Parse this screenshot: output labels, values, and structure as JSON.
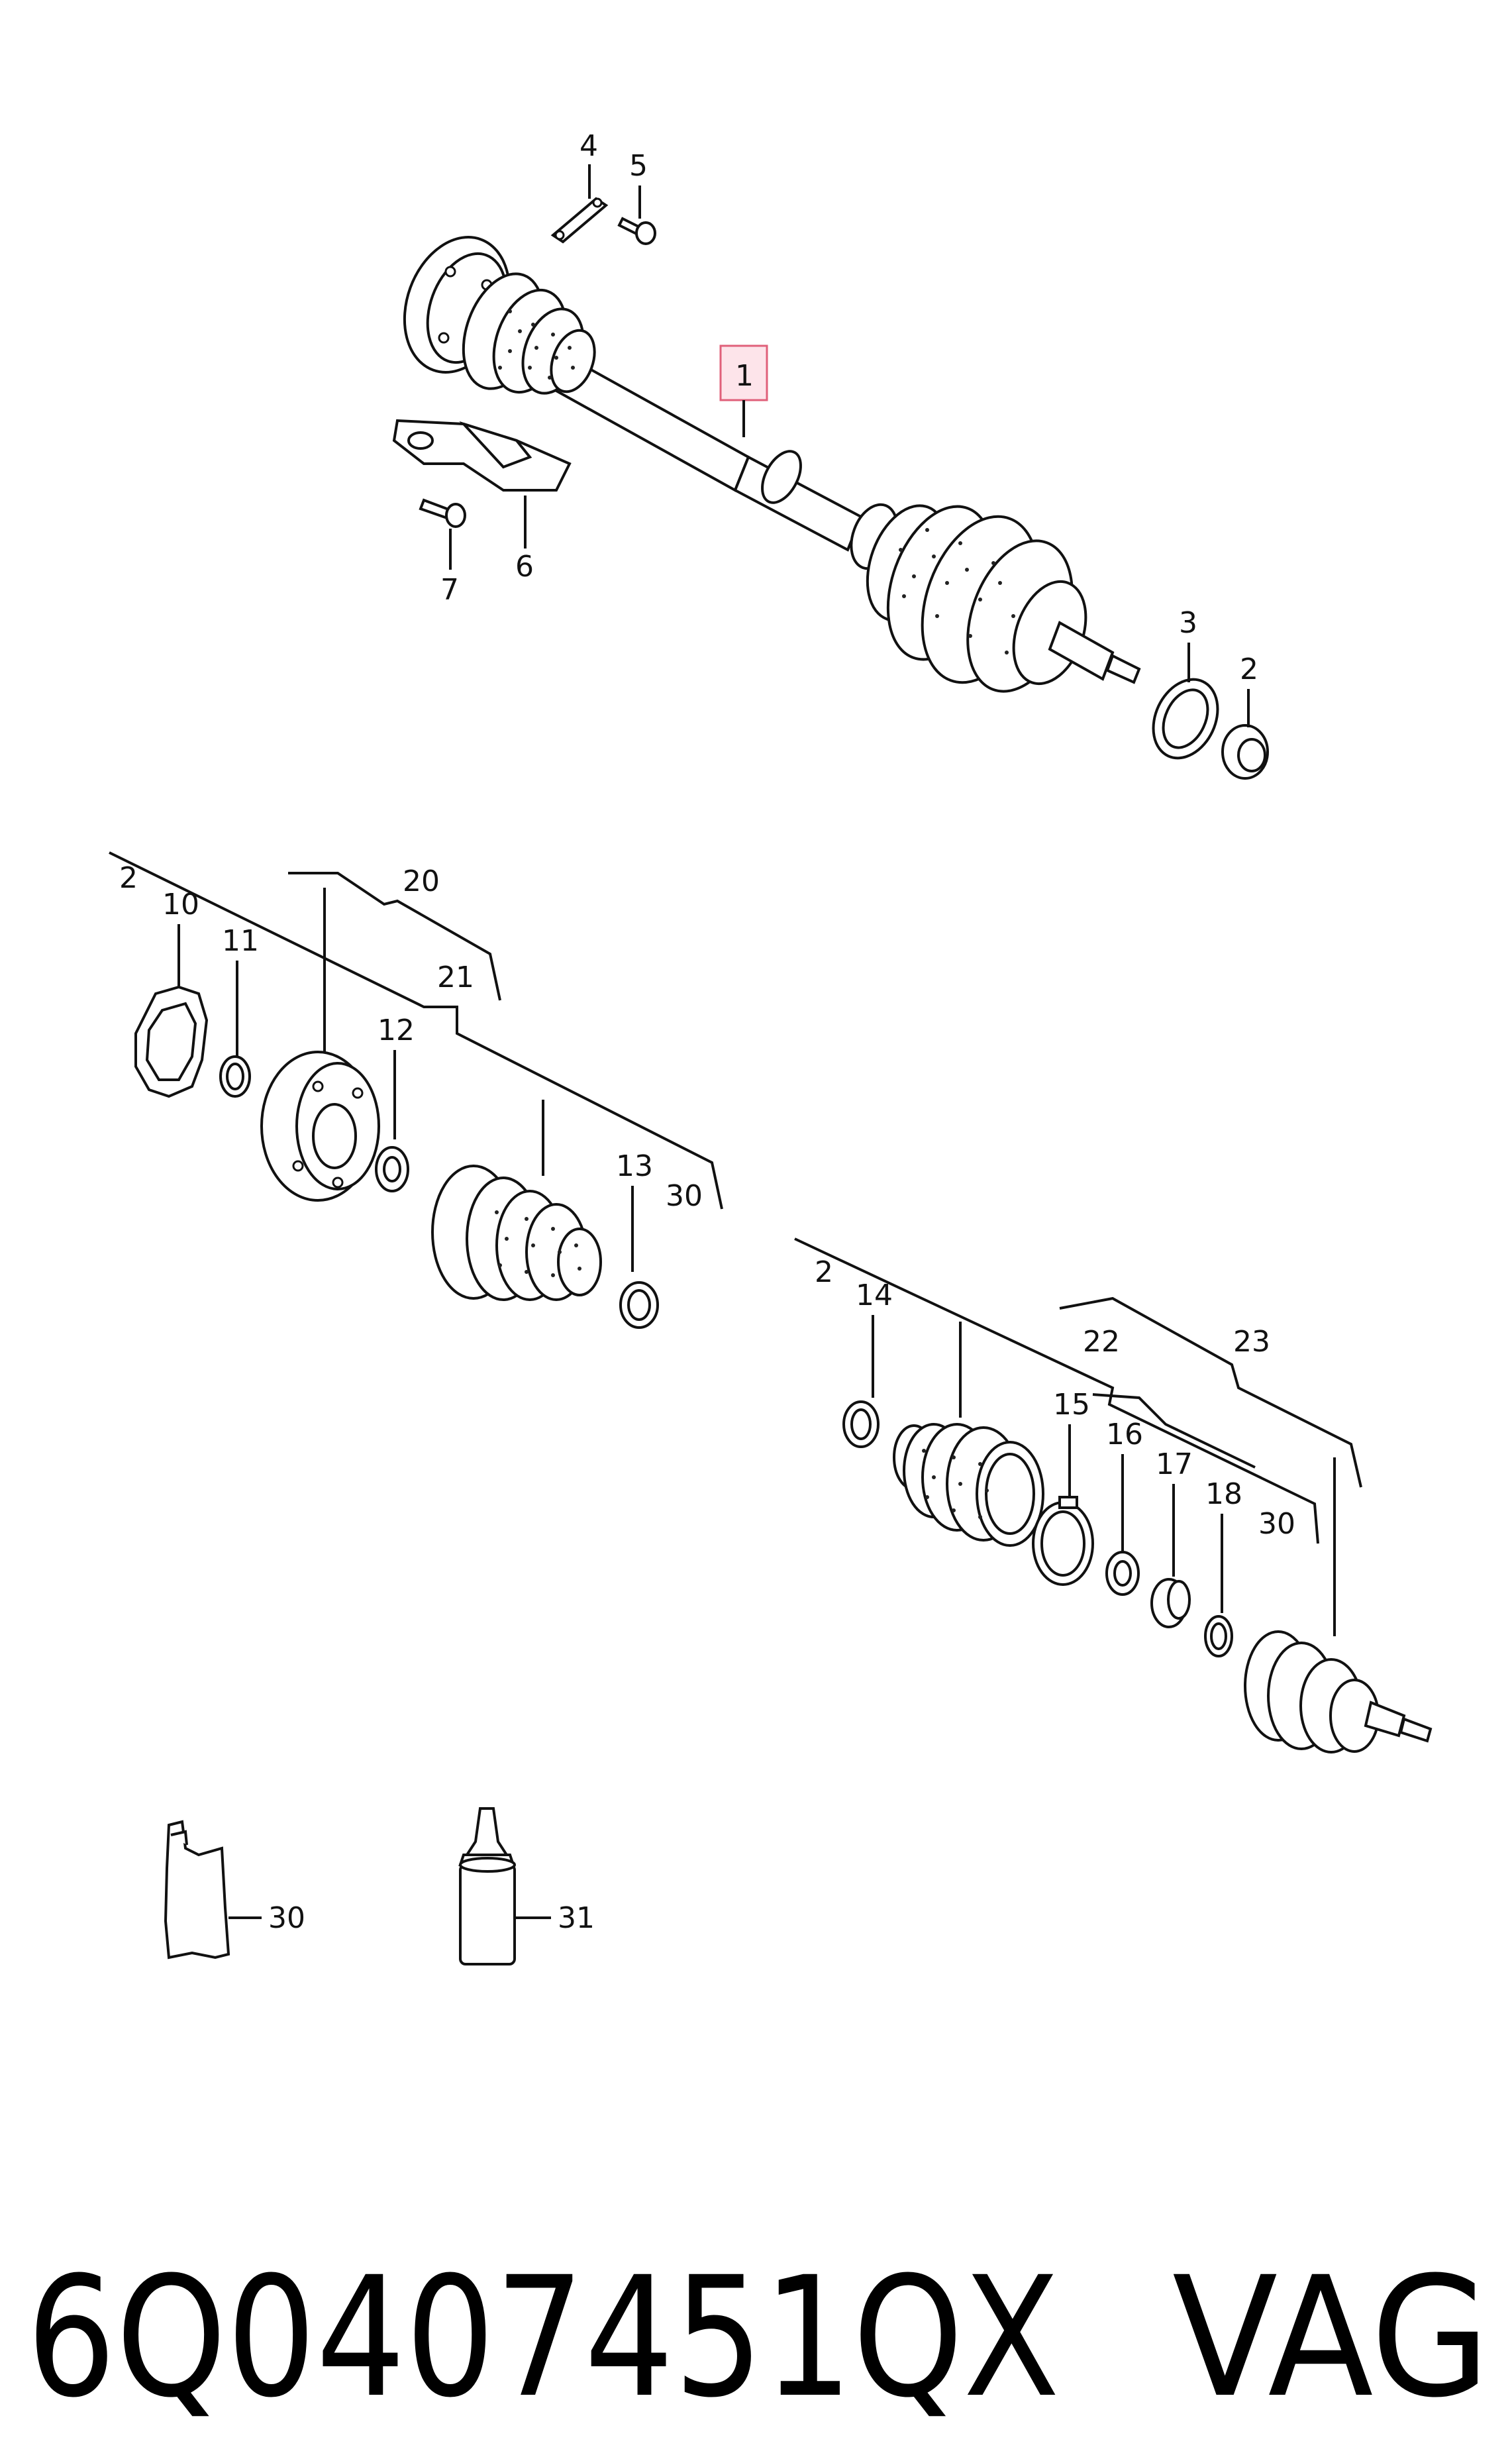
{
  "callouts": {
    "c1": "1",
    "c2a": "2",
    "c3": "3",
    "c4": "4",
    "c5": "5",
    "c6": "6",
    "c7": "7",
    "c2b": "2",
    "c10": "10",
    "c11": "11",
    "c20": "20",
    "c21": "21",
    "c12": "12",
    "c13": "13",
    "c30a": "30",
    "c2c": "2",
    "c14": "14",
    "c22": "22",
    "c23": "23",
    "c15": "15",
    "c16": "16",
    "c17": "17",
    "c18": "18",
    "c30b": "30",
    "c30c": "30",
    "c31": "31"
  },
  "part_number": "6Q0407451QX",
  "brand": "VAG",
  "colors": {
    "highlight_fill": "#fde4ea",
    "highlight_stroke": "#e0607a",
    "line": "#111111"
  }
}
